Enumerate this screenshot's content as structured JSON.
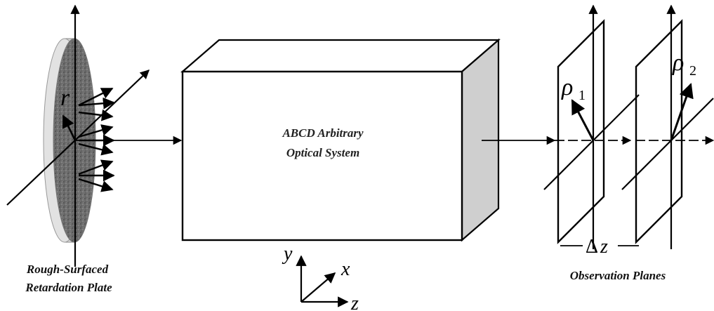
{
  "retardation_plate": {
    "label_line1": "Rough-Surfaced",
    "label_line2": "Retardation Plate",
    "radius_symbol": "r"
  },
  "optical_system": {
    "label_line1": "ABCD Arbitrary",
    "label_line2": "Optical System"
  },
  "axes": {
    "y": "y",
    "x": "x",
    "z": "z"
  },
  "observation": {
    "label": "Observation Planes",
    "rho_symbol": "ρ",
    "plane1_subscript": "1",
    "plane2_subscript": "2",
    "delta_symbol": "Δ",
    "delta_var": "z"
  },
  "colors": {
    "stroke": "#000000",
    "plate_face": "#7a7a7a",
    "plate_rim": "#d8d8d8",
    "box_side": "#cfcfcf"
  }
}
